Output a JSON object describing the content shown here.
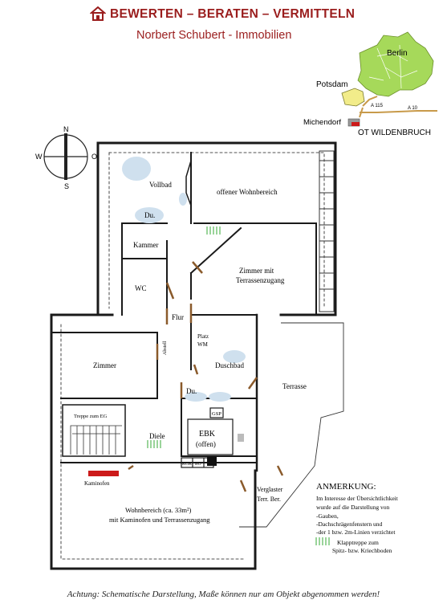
{
  "header": {
    "title": "BEWERTEN – BERATEN – VERMITTELN",
    "subtitle": "Norbert Schubert - Immobilien"
  },
  "map": {
    "berlin": "Berlin",
    "potsdam": "Potsdam",
    "a115": "A 115",
    "a10": "A 10",
    "michendorf": "Michendorf",
    "ot": "OT WILDENBRUCH"
  },
  "compass": {
    "n": "N",
    "s": "S",
    "w": "W",
    "o": "O"
  },
  "rooms": {
    "vollbad": "Vollbad",
    "du1": "Du.",
    "wohnbereich_offen": "offener Wohnbereich",
    "kammer": "Kammer",
    "zimmer_terrasse_1": "Zimmer mit",
    "zimmer_terrasse_2": "Terrassenzugang",
    "wc": "WC",
    "flur": "Flur",
    "platz": "Platz",
    "wm": "WM",
    "abstell": "Abstell",
    "zimmer": "Zimmer",
    "duschbad": "Duschbad",
    "du2": "Du.",
    "terrasse": "Terrasse",
    "treppe": "Treppe zum EG",
    "diele": "Diele",
    "gsp": "GSP",
    "ebk": "EBK",
    "offen": "(offen)",
    "kgk": "KGK",
    "bo": "BO",
    "kaminofen": "Kaminofen",
    "wohnbereich_1": "Wohnbereich (ca. 33m²)",
    "wohnbereich_2": "mit Kaminofen und Terrassenzugang",
    "verglaster_1": "Verglaster",
    "verglaster_2": "Terr. Ber."
  },
  "note": {
    "heading": "ANMERKUNG:",
    "lines": [
      "Im Interesse der Übersichtlichkeit",
      "wurde auf die Darstellung von",
      "-Gauben,",
      "-Dachschrägenfenstern und",
      "-der 1 bzw. 2m-Linien verzichtet"
    ],
    "legend_1": "Klapptreppe zum",
    "legend_2": "Spitz- bzw. Kriechboden"
  },
  "footer": "Achtung: Schematische Darstellung, Maße können nur am Objekt abgenommen werden!",
  "colors": {
    "brand": "#9a1d1d",
    "wall": "#1a1a1a",
    "door": "#8a5a2b",
    "shower": "#cfe0ee",
    "kaminofen": "#cc1a1a",
    "klapptreppe": "#8fd08f",
    "berlin_map": "#a6d95a",
    "potsdam_map": "#f2ec8a"
  }
}
